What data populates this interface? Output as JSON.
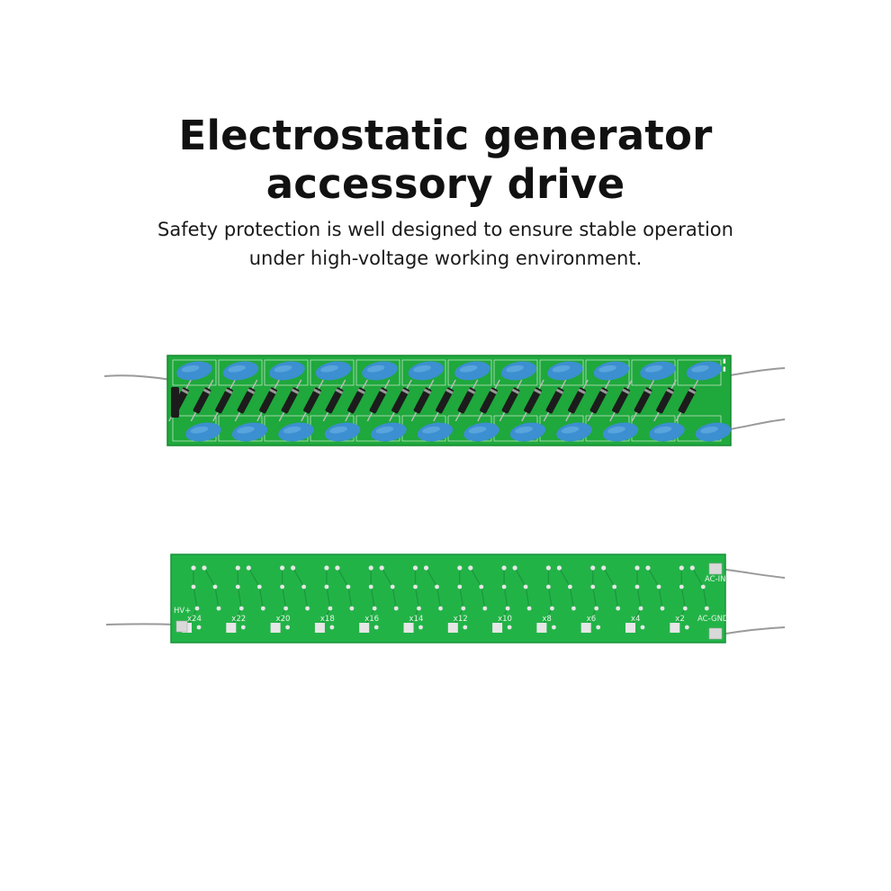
{
  "heading": {
    "line1": "Electrostatic generator",
    "line2": "accessory drive"
  },
  "subheading": {
    "line1": "Safety protection is well designed to ensure stable operation",
    "line2": "under high-voltage working environment."
  },
  "front_board": {
    "capacitor_count_top": 12,
    "capacitor_count_bottom": 12,
    "colors": {
      "pcb": "#1fa83c",
      "capacitor": "#3c8fd0",
      "diode": "#1c1c1c"
    }
  },
  "back_board": {
    "labels": {
      "hv": "HV+",
      "ac_in": "AC-IN",
      "ac_gnd": "AC-GND",
      "taps": [
        "x24",
        "x22",
        "x20",
        "x18",
        "x16",
        "x14",
        "x12",
        "x10",
        "x8",
        "x6",
        "x4",
        "x2"
      ]
    },
    "colors": {
      "pcb": "#22b347",
      "pad": "#e6e6e6"
    }
  }
}
